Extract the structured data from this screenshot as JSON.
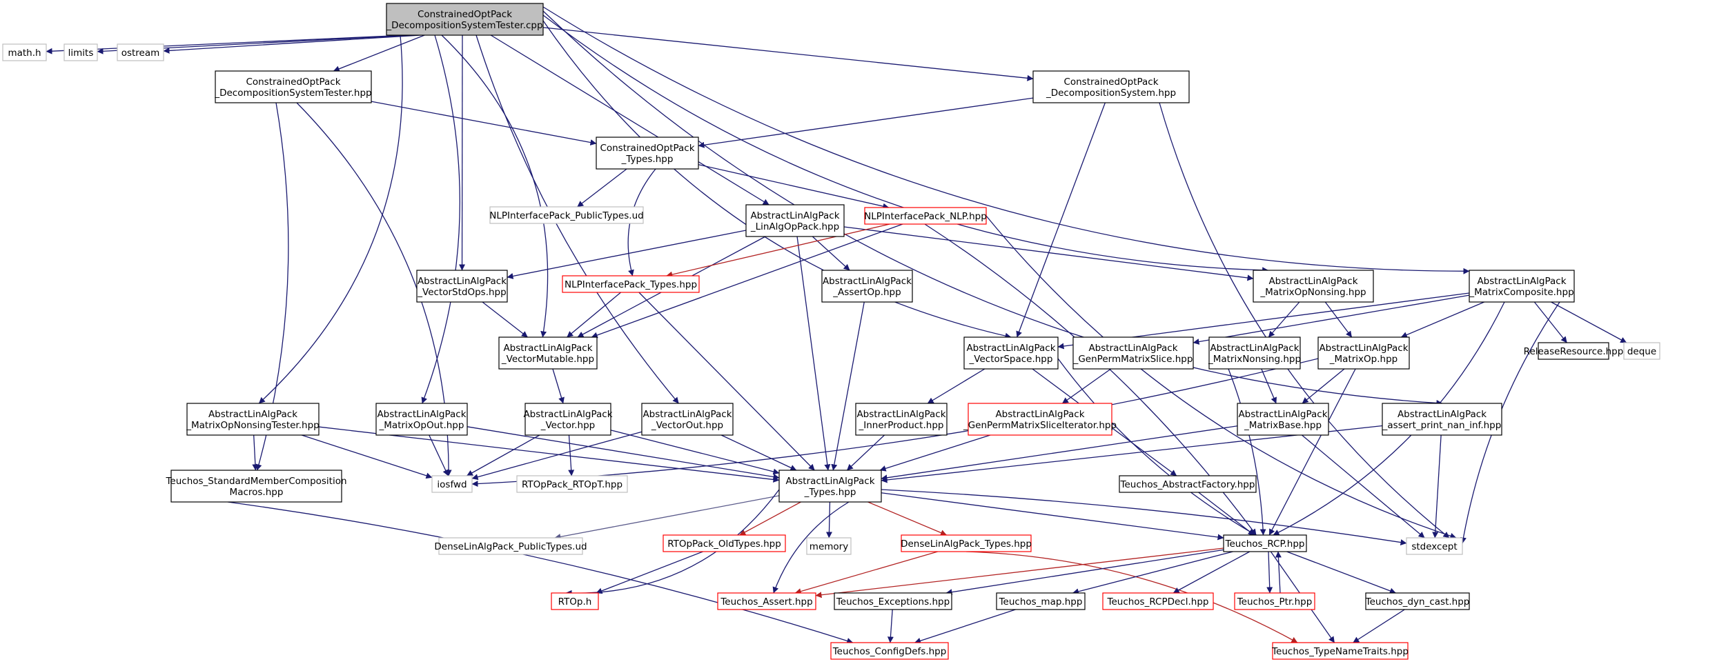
{
  "nodes": [
    {
      "id": "root",
      "lines": [
        "ConstrainedOptPack",
        "_DecompositionSystemTester.cpp"
      ],
      "style": "root"
    },
    {
      "id": "mathh",
      "lines": [
        "math.h"
      ],
      "style": "gray"
    },
    {
      "id": "limits",
      "lines": [
        "limits"
      ],
      "style": "gray"
    },
    {
      "id": "ostream",
      "lines": [
        "ostream"
      ],
      "style": "gray"
    },
    {
      "id": "dstHpp",
      "lines": [
        "ConstrainedOptPack",
        "_DecompositionSystemTester.hpp"
      ],
      "style": "black"
    },
    {
      "id": "dsHpp",
      "lines": [
        "ConstrainedOptPack",
        "_DecompositionSystem.hpp"
      ],
      "style": "black"
    },
    {
      "id": "copTypes",
      "lines": [
        "ConstrainedOptPack",
        "_Types.hpp"
      ],
      "style": "black"
    },
    {
      "id": "nlpPub",
      "lines": [
        "NLPInterfacePack_PublicTypes.ud"
      ],
      "style": "gray"
    },
    {
      "id": "linAlgOp",
      "lines": [
        "AbstractLinAlgPack",
        "_LinAlgOpPack.hpp"
      ],
      "style": "black"
    },
    {
      "id": "nlpNlp",
      "lines": [
        "NLPInterfacePack_NLP.hpp"
      ],
      "style": "red"
    },
    {
      "id": "vecStdOps",
      "lines": [
        "AbstractLinAlgPack",
        "_VectorStdOps.hpp"
      ],
      "style": "black"
    },
    {
      "id": "nlpTypes",
      "lines": [
        "NLPInterfacePack_Types.hpp"
      ],
      "style": "red"
    },
    {
      "id": "assertOp",
      "lines": [
        "AbstractLinAlgPack",
        "_AssertOp.hpp"
      ],
      "style": "black"
    },
    {
      "id": "matOpNonsing",
      "lines": [
        "AbstractLinAlgPack",
        "_MatrixOpNonsing.hpp"
      ],
      "style": "black"
    },
    {
      "id": "matComposite",
      "lines": [
        "AbstractLinAlgPack",
        "_MatrixComposite.hpp"
      ],
      "style": "black"
    },
    {
      "id": "vecMutable",
      "lines": [
        "AbstractLinAlgPack",
        "_VectorMutable.hpp"
      ],
      "style": "black"
    },
    {
      "id": "vecSpace",
      "lines": [
        "AbstractLinAlgPack",
        "_VectorSpace.hpp"
      ],
      "style": "black"
    },
    {
      "id": "genPermSlice",
      "lines": [
        "AbstractLinAlgPack",
        "_GenPermMatrixSlice.hpp"
      ],
      "style": "black"
    },
    {
      "id": "matNonsing",
      "lines": [
        "AbstractLinAlgPack",
        "_MatrixNonsing.hpp"
      ],
      "style": "black"
    },
    {
      "id": "matOp",
      "lines": [
        "AbstractLinAlgPack",
        "_MatrixOp.hpp"
      ],
      "style": "black"
    },
    {
      "id": "releaseRes",
      "lines": [
        "ReleaseResource.hpp"
      ],
      "style": "black"
    },
    {
      "id": "deque",
      "lines": [
        "deque"
      ],
      "style": "gray"
    },
    {
      "id": "matOpNonsingTester",
      "lines": [
        "AbstractLinAlgPack",
        "_MatrixOpNonsingTester.hpp"
      ],
      "style": "black"
    },
    {
      "id": "matOpOut",
      "lines": [
        "AbstractLinAlgPack",
        "_MatrixOpOut.hpp"
      ],
      "style": "black"
    },
    {
      "id": "vector",
      "lines": [
        "AbstractLinAlgPack",
        "_Vector.hpp"
      ],
      "style": "black"
    },
    {
      "id": "vectorOut",
      "lines": [
        "AbstractLinAlgPack",
        "_VectorOut.hpp"
      ],
      "style": "black"
    },
    {
      "id": "innerProd",
      "lines": [
        "AbstractLinAlgPack",
        "_InnerProduct.hpp"
      ],
      "style": "black"
    },
    {
      "id": "genPermIter",
      "lines": [
        "AbstractLinAlgPack",
        "_GenPermMatrixSliceIterator.hpp"
      ],
      "style": "red"
    },
    {
      "id": "matBase",
      "lines": [
        "AbstractLinAlgPack",
        "_MatrixBase.hpp"
      ],
      "style": "black"
    },
    {
      "id": "assertPrint",
      "lines": [
        "AbstractLinAlgPack",
        "_assert_print_nan_inf.hpp"
      ],
      "style": "black"
    },
    {
      "id": "teuchosSMC",
      "lines": [
        "Teuchos_StandardMemberComposition",
        "Macros.hpp"
      ],
      "style": "black"
    },
    {
      "id": "iosfwd",
      "lines": [
        "iosfwd"
      ],
      "style": "gray"
    },
    {
      "id": "alaTypes",
      "lines": [
        "AbstractLinAlgPack",
        "_Types.hpp"
      ],
      "style": "black"
    },
    {
      "id": "rtopT",
      "lines": [
        "RTOpPack_RTOpT.hpp"
      ],
      "style": "gray"
    },
    {
      "id": "absFactory",
      "lines": [
        "Teuchos_AbstractFactory.hpp"
      ],
      "style": "black"
    },
    {
      "id": "denseLAPub",
      "lines": [
        "DenseLinAlgPack_PublicTypes.ud"
      ],
      "style": "gray"
    },
    {
      "id": "rtopOld",
      "lines": [
        "RTOpPack_OldTypes.hpp"
      ],
      "style": "red"
    },
    {
      "id": "memory",
      "lines": [
        "memory"
      ],
      "style": "gray"
    },
    {
      "id": "denseLATypes",
      "lines": [
        "DenseLinAlgPack_Types.hpp"
      ],
      "style": "red"
    },
    {
      "id": "teuchosRCP",
      "lines": [
        "Teuchos_RCP.hpp"
      ],
      "style": "black"
    },
    {
      "id": "stdexcept",
      "lines": [
        "stdexcept"
      ],
      "style": "gray"
    },
    {
      "id": "rtoph",
      "lines": [
        "RTOp.h"
      ],
      "style": "red"
    },
    {
      "id": "teuchosAssert",
      "lines": [
        "Teuchos_Assert.hpp"
      ],
      "style": "red"
    },
    {
      "id": "teuchosExc",
      "lines": [
        "Teuchos_Exceptions.hpp"
      ],
      "style": "black"
    },
    {
      "id": "teuchosMap",
      "lines": [
        "Teuchos_map.hpp"
      ],
      "style": "black"
    },
    {
      "id": "teuchosRCPDecl",
      "lines": [
        "Teuchos_RCPDecl.hpp"
      ],
      "style": "red"
    },
    {
      "id": "teuchosPtr",
      "lines": [
        "Teuchos_Ptr.hpp"
      ],
      "style": "red"
    },
    {
      "id": "teuchosDyn",
      "lines": [
        "Teuchos_dyn_cast.hpp"
      ],
      "style": "black"
    },
    {
      "id": "teuchosConfig",
      "lines": [
        "Teuchos_ConfigDefs.hpp"
      ],
      "style": "red"
    },
    {
      "id": "teuchosTNT",
      "lines": [
        "Teuchos_TypeNameTraits.hpp"
      ],
      "style": "red"
    }
  ],
  "colors": {
    "root_fill": "#bfbfbf",
    "box_stroke": "#000000",
    "gray_stroke": "#bfbfbf",
    "red_stroke": "#ff0000",
    "edge_blue": "#191970",
    "edge_red": "#b22222",
    "edge_gray": "#5a5a8a"
  }
}
